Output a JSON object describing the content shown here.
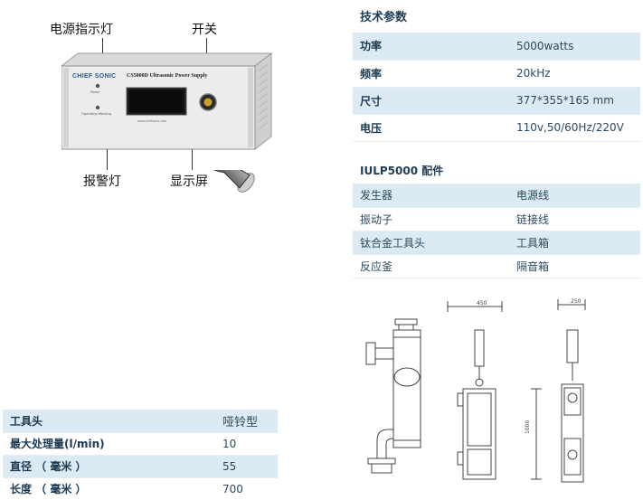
{
  "callouts": {
    "power_indicator": "电源指示灯",
    "switch": "开关",
    "alarm_light": "报警灯",
    "display": "显示屏"
  },
  "device": {
    "brand": "CHIEF SONIC",
    "model_plate": "CS5000D Ultrasonic Power Supply"
  },
  "tech": {
    "title": "技术参数",
    "rows": [
      {
        "label": "功率",
        "value": "5000watts"
      },
      {
        "label": "频率",
        "value": "20kHz"
      },
      {
        "label": "尺寸",
        "value": "377*355*165 mm"
      },
      {
        "label": "电压",
        "value": "110v,50/60Hz/220V"
      }
    ]
  },
  "accessories": {
    "title": "IULP5000 配件",
    "rows": [
      {
        "a": "发生器",
        "b": "电源线"
      },
      {
        "a": "振动子",
        "b": "链接线"
      },
      {
        "a": "钛合金工具头",
        "b": "工具箱"
      },
      {
        "a": "反应釜",
        "b": "隔音箱"
      }
    ]
  },
  "tool": {
    "rows": [
      {
        "label": "工具头",
        "value": "哑铃型"
      },
      {
        "label": "最大处理量(l/min)",
        "value": "10"
      },
      {
        "label": "直径 （ 毫米 ）",
        "value": "55"
      },
      {
        "label": "长度 （ 毫米 ）",
        "value": "700"
      }
    ]
  },
  "drawing": {
    "dim_top_1": "450",
    "dim_top_2": "250",
    "dim_side": "1000"
  },
  "colors": {
    "shade": "#dcebf3",
    "heading": "#1f3e55"
  }
}
